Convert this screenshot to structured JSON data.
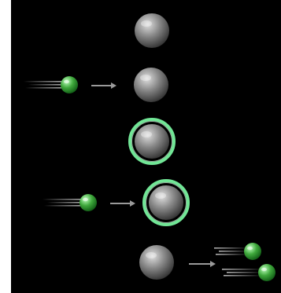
{
  "colors": {
    "background": "#000000",
    "nucleus_light": "#c8c8c8",
    "nucleus_dark": "#2a2a2a",
    "electron_light": "#bfffbf",
    "electron_dark": "#0f5a14",
    "excited_glow": "#7dffa6",
    "arrow": "#9a9a9a"
  },
  "stages": [
    {
      "name": "ground-state",
      "excited": false,
      "incoming_electron": false,
      "outgoing_electrons": 0
    },
    {
      "name": "electron-approaching",
      "excited": false,
      "incoming_electron": true,
      "outgoing_electrons": 0
    },
    {
      "name": "excited-state",
      "excited": true,
      "incoming_electron": false,
      "outgoing_electrons": 0
    },
    {
      "name": "excited-electron-approaching",
      "excited": true,
      "incoming_electron": true,
      "outgoing_electrons": 0
    },
    {
      "name": "two-electrons-released",
      "excited": false,
      "incoming_electron": false,
      "outgoing_electrons": 2
    }
  ]
}
